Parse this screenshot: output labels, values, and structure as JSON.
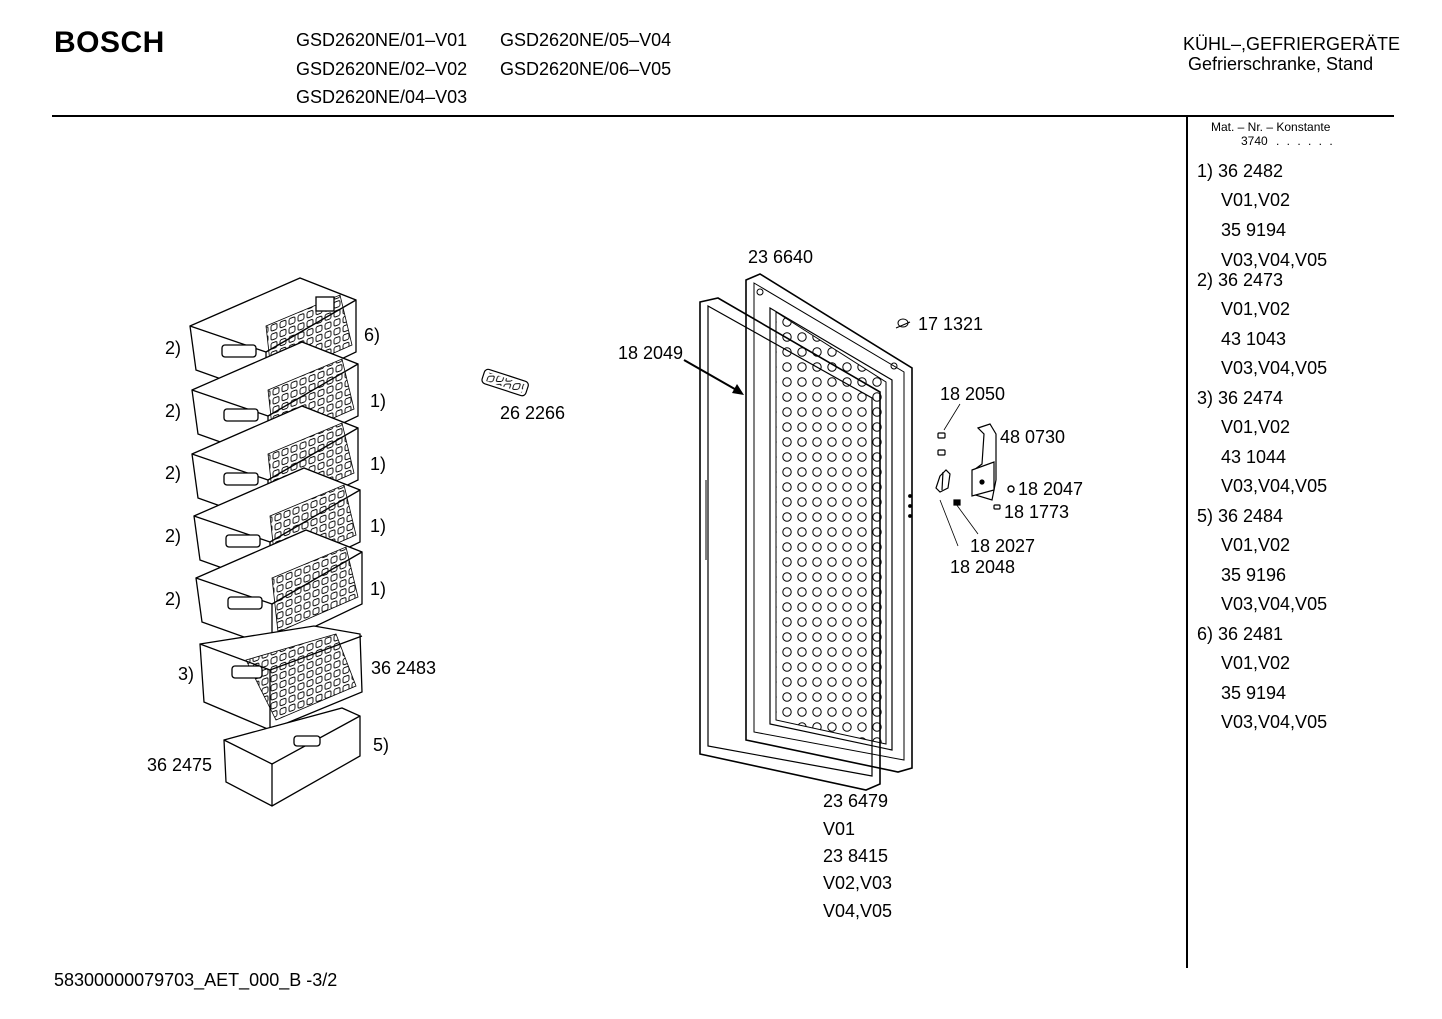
{
  "header": {
    "brand": "BOSCH",
    "models": [
      "GSD2620NE/01–V01",
      "GSD2620NE/05–V04",
      "GSD2620NE/02–V02",
      "GSD2620NE/06–V05",
      "GSD2620NE/04–V03"
    ],
    "category": "KÜHL–,GEFRIERGERÄTE",
    "subcategory": "Gefrierschranke, Stand"
  },
  "material": {
    "header": "Mat. – Nr. – Konstante",
    "constant": "3740",
    "dots": ". .   . . . .",
    "rows": [
      "1) 36 2482",
      "V01,V02",
      "35 9194",
      "V03,V04,V05",
      "2) 36 2473",
      "V01,V02",
      "43 1043",
      "V03,V04,V05",
      "3) 36 2474",
      "V01,V02",
      "43 1044",
      "V03,V04,V05",
      "5) 36 2484",
      "V01,V02",
      "35 9196",
      "V03,V04,V05",
      "6) 36 2481",
      "V01,V02",
      "35 9194",
      "V03,V04,V05"
    ]
  },
  "drawer_labels": {
    "left": [
      "2)",
      "2)",
      "2)",
      "2)",
      "2)",
      "3)"
    ],
    "right": [
      "6)",
      "1)",
      "1)",
      "1)",
      "1)",
      "36 2483",
      "5)"
    ],
    "bottom": "36 2475"
  },
  "part_labels": {
    "ice_tray": "26 2266",
    "door_frame": "23 6640",
    "gasket": "18 2049",
    "p171321": "17 1321",
    "p182050": "18 2050",
    "p480730": "48 0730",
    "p182047": "18 2047",
    "p181773": "18 1773",
    "p182027": "18 2027",
    "p182048": "18 2048"
  },
  "door_variants": [
    "23 6479",
    "V01",
    "23 8415",
    "V02,V03",
    "V04,V05"
  ],
  "footer": "58300000079703_AET_000_B -3/2"
}
